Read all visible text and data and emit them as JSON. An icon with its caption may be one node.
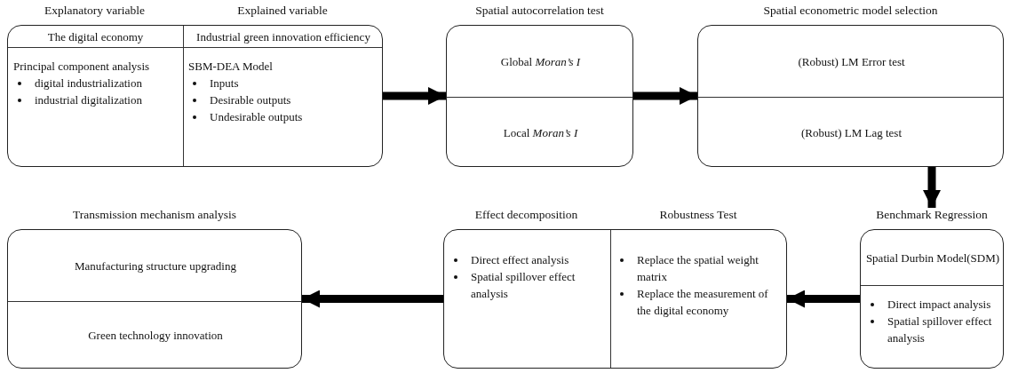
{
  "diagram": {
    "nodes": [
      {
        "text": [
          "Explanatory variable",
          "Explained variable"
        ]
      },
      {
        "text": [
          "The digital economy"
        ],
        "in": 0
      },
      {
        "text": [
          "Industrial green innovation efficiency"
        ],
        "in": 0
      },
      {
        "text": [
          "Principal component analysis",
          "digital industrialization",
          "industrial digitalization"
        ],
        "in": 0
      },
      {
        "text": [
          "SBM-DEA Model",
          "Inputs",
          "Desirable outputs",
          "Undesirable outputs"
        ],
        "in": 0
      },
      {
        "text": [
          "Spatial autocorrelation test"
        ]
      },
      {
        "text": [
          "Global *Moran’s I*"
        ],
        "in": 5
      },
      {
        "text": [
          "Local *Moran’s I*"
        ],
        "in": 5
      },
      {
        "text": [
          "Spatial econometric model selection"
        ]
      },
      {
        "text": [
          "(Robust) LM Error test"
        ],
        "in": 8
      },
      {
        "text": [
          "(Robust) LM Lag test"
        ],
        "in": 8
      },
      {
        "text": [
          "Benchmark Regression"
        ]
      },
      {
        "text": [
          "Spatial Durbin Model(SDM)"
        ],
        "in": 11
      },
      {
        "text": [
          "Direct impact analysis",
          "Spatial spillover effect analysis"
        ],
        "in": 11
      },
      {
        "text": [
          "Effect decomposition",
          "Robustness Test"
        ]
      },
      {
        "text": [
          "Direct effect analysis",
          "Spatial spillover effect analysis"
        ],
        "in": 14
      },
      {
        "text": [
          "Replace the spatial weight matrix",
          "Replace the measurement of the digital economy"
        ],
        "in": 14
      },
      {
        "text": [
          "Transmission mechanism analysis"
        ]
      },
      {
        "text": [
          "Manufacturing structure upgrading"
        ],
        "in": 17
      },
      {
        "text": [
          "Green technology innovation"
        ],
        "in": 17
      }
    ],
    "edges": [
      {
        "from": 0,
        "to": 5,
        "arrow": "to"
      },
      {
        "from": 5,
        "to": 8,
        "arrow": "to"
      },
      {
        "from": 8,
        "to": 11,
        "arrow": "to"
      },
      {
        "from": 11,
        "to": 14,
        "arrow": "to"
      },
      {
        "from": 14,
        "to": 17,
        "arrow": "to"
      }
    ]
  }
}
